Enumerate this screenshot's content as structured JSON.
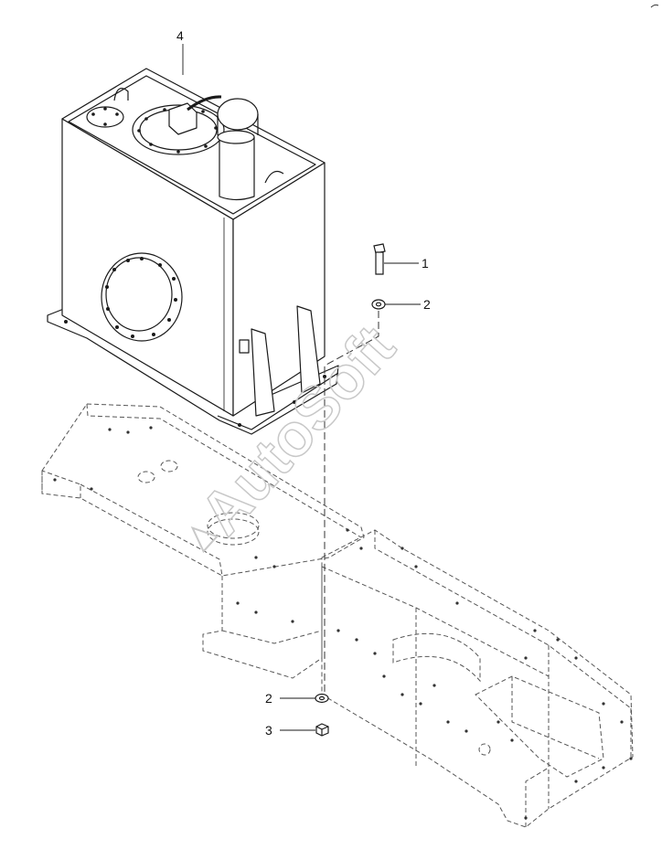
{
  "callouts": {
    "tank": "4",
    "bolt": "1",
    "washer_top": "2",
    "washer_bottom": "2",
    "nut": "3"
  },
  "watermark": {
    "text": "AutoSoft",
    "color": "#c8c8c8"
  },
  "colors": {
    "line": "#1a1a1a",
    "hidden_line": "#555555",
    "background": "#ffffff"
  }
}
